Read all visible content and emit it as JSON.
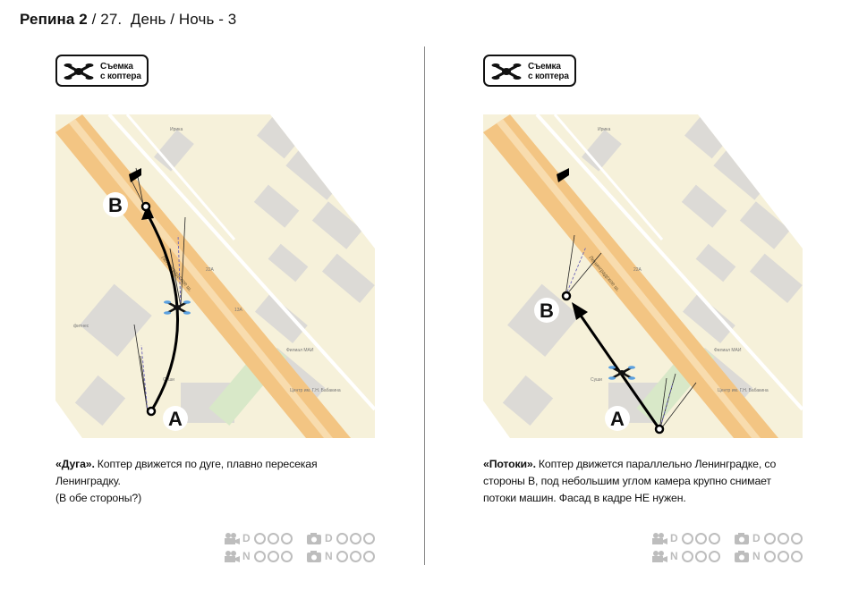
{
  "header": {
    "bold": "Репина 2",
    "rest": " / 27.  День / Ночь - 3"
  },
  "badge_line1": "Съемка",
  "badge_line2": "с коптера",
  "panels": {
    "left": {
      "title": "«Дуга».",
      "text": "Коптер движется по дуге, плавно пересекая Ленинградку.",
      "text2": "(В обе стороны?)",
      "point_a": "A",
      "point_b": "B",
      "map_labels": {
        "road": "Ленинградское ш.",
        "irika": "Ирика",
        "place": "фитнес",
        "bank": "Филиал МАИ",
        "center": "Центр им. Г.Н. Бабакина",
        "bus": "Суши",
        "n22": "22А",
        "n2": "2",
        "n13": "13А"
      }
    },
    "right": {
      "title": "«Потоки».",
      "text": "Коптер движется параллельно Ленинградке, со стороны В, под небольшим углом камера крупно снимает потоки машин. Фасад в кадре НЕ нужен.",
      "point_a": "A",
      "point_b": "B"
    }
  },
  "ratings": {
    "day": "D",
    "night": "N"
  },
  "colors": {
    "map_bg": "#f6f1da",
    "building": "#dcdad6",
    "road": "#f3c583",
    "green": "#d8e8c8"
  }
}
